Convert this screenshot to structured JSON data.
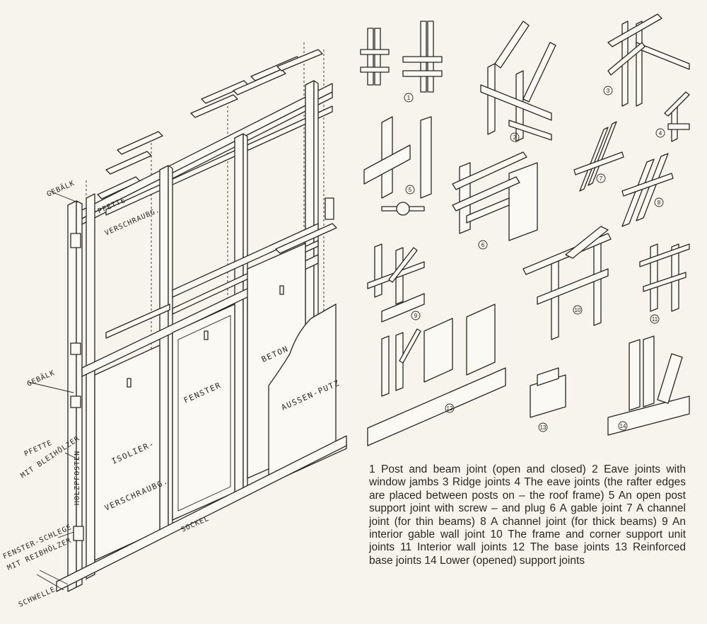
{
  "wall_labels": {
    "gebalk_top": "GEBÄLK",
    "pfette_top": "PFETTE",
    "verschraubg_top": "VERSCHRAUBG.",
    "gebalk_mid": "GEBÄLK",
    "pfette_mit": "PFETTE",
    "mit_bleiholzer": "MIT BLEIHÖLZER",
    "holzpfosten": "HOLZPFOSTEN",
    "isolier": "ISOLIER-",
    "verschraubg_bottom": "VERSCHRAUBG.",
    "fenster": "FENSTER",
    "beton": "BETON",
    "aussen_putz": "AUSSEN-PUTZ",
    "sockel": "SOCKEL",
    "fenster_schlege": "FENSTER-SCHLEGE",
    "mit_reibholzer": "MIT REIBHÖLZER",
    "schwelle": "SCHWELLE"
  },
  "detail_numbers": [
    "1",
    "2",
    "3",
    "4",
    "5",
    "6",
    "7",
    "8",
    "9",
    "10",
    "11",
    "12",
    "13",
    "14"
  ],
  "caption": "1 Post and beam joint (open and closed) 2 Eave joints with window jambs 3 Ridge joints 4 The eave joints (the rafter edges are placed between posts on – the roof frame) 5 An open post support joint with screw – and plug 6 A gable joint 7 A channel joint (for thin beams) 8 A channel joint (for thick beams) 9 An interior gable wall joint 10 The frame and corner support unit joints 11 Interior wall joints 12 The base joints 13 Reinforced base joints 14 Lower (opened) support joints"
}
